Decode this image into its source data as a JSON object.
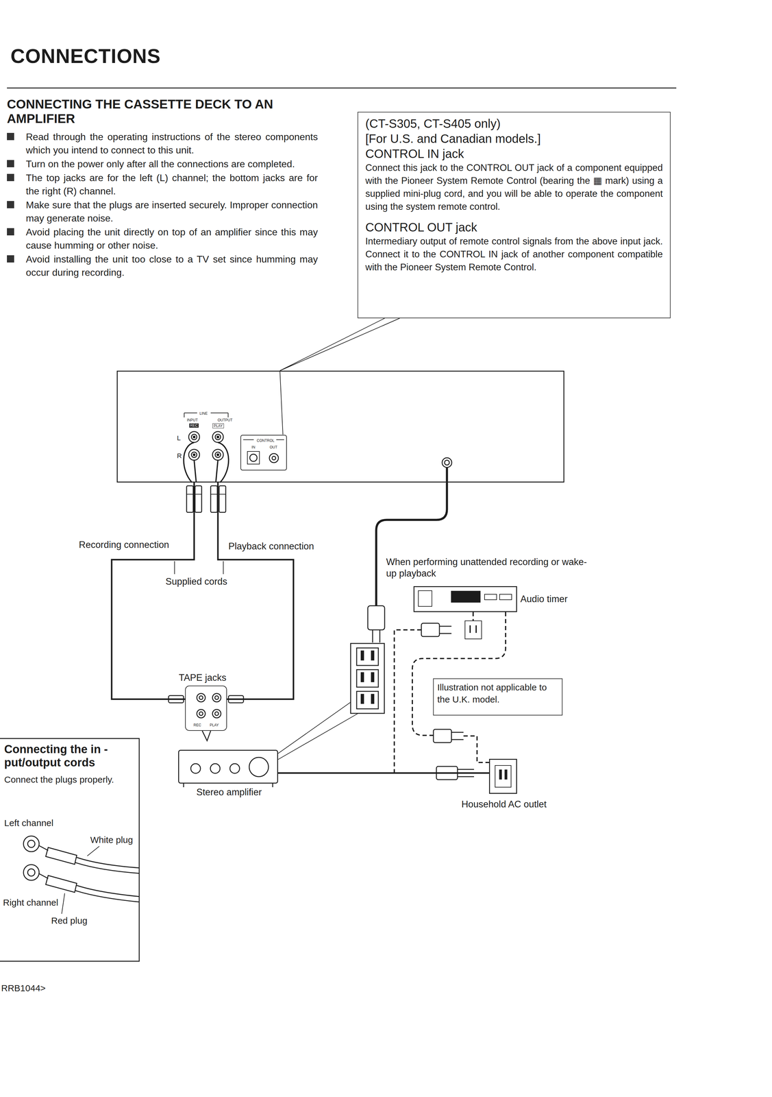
{
  "diagram": {
    "title": "CONNECTIONS",
    "nodes": [
      {
        "text": [
          "(CT-S305, CT-S405 only)",
          "[For U.S. and Canadian models.]",
          "CONTROL IN jack",
          "Connect this jack to the CONTROL OUT jack of a component equipped with the Pioneer System Remote Control (bearing the ▦ mark) using a supplied mini-plug cord, and you will be able to operate the component using the system remote control.",
          "CONTROL OUT jack",
          "Intermediary output of remote control signals from the above input jack. Connect it to the CONTROL IN jack of another component compatible with the Pioneer System Remote Control."
        ]
      },
      {
        "text": [
          "LINE",
          "INPUT",
          "OUTPUT",
          "REC",
          "PLAY",
          "L",
          "R",
          "CONTROL",
          "IN",
          "OUT"
        ]
      },
      {
        "text": [
          "TAPE jacks",
          "REC",
          "PLAY"
        ]
      },
      {
        "text": [
          "Stereo amplifier"
        ]
      },
      {
        "text": [
          "Audio timer"
        ]
      },
      {
        "text": [
          "Illustration not applicable to the U.K. model."
        ]
      },
      {
        "text": [
          "Household AC outlet"
        ]
      },
      {
        "text": [
          "Connecting the in - put/output cords",
          "Connect the plugs properly.",
          "Left channel",
          "White plug",
          "Right channel",
          "Red plug"
        ]
      }
    ],
    "edges": [
      {
        "from": 1,
        "to": 2,
        "label": "Recording connection",
        "arrow": "none"
      },
      {
        "from": 1,
        "to": 2,
        "label": "Playback connection",
        "arrow": "none"
      },
      {
        "from": 0,
        "to": 1,
        "arrow": "none"
      },
      {
        "from": 3,
        "to": 6,
        "arrow": "none"
      }
    ],
    "labels": [
      "CONNECTING THE CASSETTE DECK TO AN AMPLIFIER",
      "Read through the operating instructions of the stereo components which you intend to connect to this unit.",
      "Turn on the power only after all the connections are completed.",
      "The top jacks are for the left (L) channel; the bottom jacks are for the right (R) channel.",
      "Make sure that the plugs are inserted securely. Improper connection may generate noise.",
      "Avoid placing the unit directly on top of an amplifier since this may cause humming or other noise.",
      "Avoid installing the unit too close to a TV set since humming may occur during recording.",
      "Supplied cords",
      "When performing unattended recording or wake-up playback",
      "RRB1044>"
    ]
  }
}
